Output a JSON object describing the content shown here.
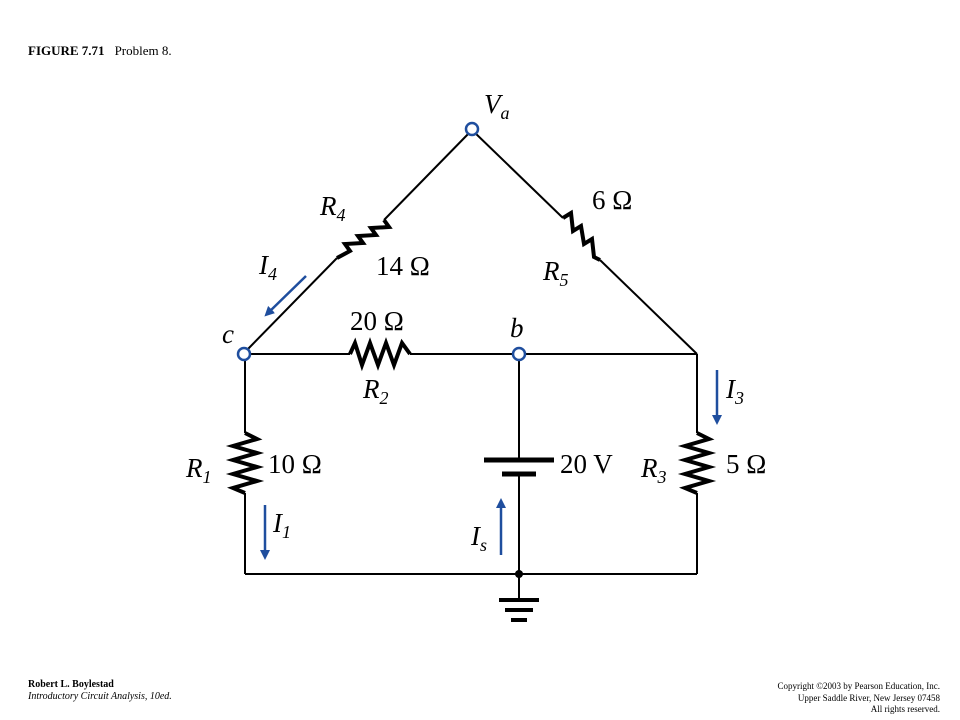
{
  "caption": {
    "figure": "FIGURE 7.71",
    "problem": "Problem 8."
  },
  "footer": {
    "author": "Robert L. Boylestad",
    "book": "Introductory Circuit Analysis, 10ed.",
    "copyright": "Copyright ©2003 by Pearson Education, Inc.",
    "address": "Upper Saddle River, New Jersey 07458",
    "rights": "All rights reserved."
  },
  "nodes": {
    "a": {
      "main": "V",
      "sub": "a"
    },
    "b": "b",
    "c": "c"
  },
  "resistors": {
    "r1": {
      "main": "R",
      "sub": "1",
      "value": "10 Ω"
    },
    "r2": {
      "main": "R",
      "sub": "2",
      "value": "20 Ω"
    },
    "r3": {
      "main": "R",
      "sub": "3",
      "value": "5 Ω"
    },
    "r4": {
      "main": "R",
      "sub": "4",
      "value": "14 Ω"
    },
    "r5": {
      "main": "R",
      "sub": "5",
      "value": "6 Ω"
    }
  },
  "source": {
    "value": "20 V"
  },
  "currents": {
    "i1": {
      "main": "I",
      "sub": "1"
    },
    "i3": {
      "main": "I",
      "sub": "3"
    },
    "i4": {
      "main": "I",
      "sub": "4"
    },
    "is": {
      "main": "I",
      "sub": "s"
    }
  },
  "colors": {
    "wire": "#000000",
    "arrow": "#1f4e9e",
    "node_stroke": "#1f4e9e"
  }
}
